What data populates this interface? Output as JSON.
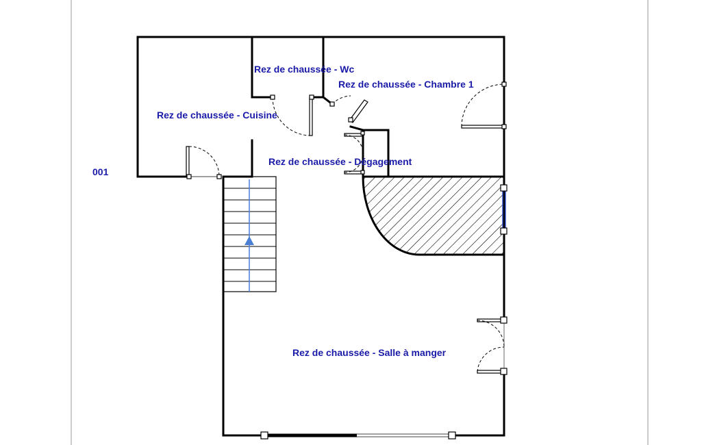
{
  "level_label": "001",
  "rooms": {
    "wc": "Rez de chaussée - Wc",
    "chambre": "Rez de chaussée - Chambre 1",
    "cuisine": "Rez de chaussée - Cuisine",
    "degagement": "Rez de chaussée - Dégagement",
    "salle": "Rez de chaussée - Salle à manger"
  },
  "colors": {
    "label_text": "#1a1aa8",
    "stair_arrow": "#4a7fd4",
    "selection": "#3050c8"
  }
}
